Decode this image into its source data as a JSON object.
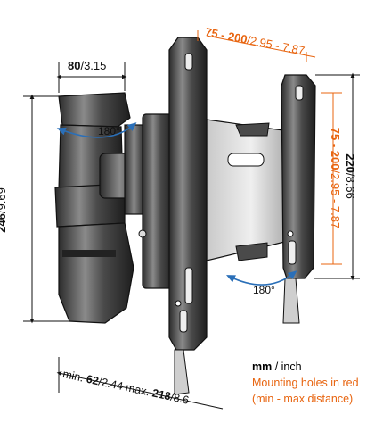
{
  "dimensions": {
    "top_width": {
      "bold": "80",
      "rest": "/3.15"
    },
    "left_height": {
      "bold": "246",
      "rest": "/9.69"
    },
    "right_height": {
      "bold": "220",
      "rest": "/8.66"
    },
    "holes_horizontal": {
      "bold": "75 - 200",
      "rest": "/2.95 - 7.87"
    },
    "holes_vertical": {
      "bold": "75 - 200",
      "rest": "/2.95 - 7.87"
    },
    "depth": {
      "min_label": "min. ",
      "min_bold": "62",
      "min_rest": "/2.44 max. ",
      "max_bold": "218",
      "max_rest": "/8.6"
    }
  },
  "rotation": {
    "left": "180°",
    "right": "180°"
  },
  "legend": {
    "units_bold": "mm",
    "units_rest": " / inch",
    "line2": "Mounting holes in red",
    "line3": "(min - max distance)"
  },
  "colors": {
    "accent": "#e8640f",
    "line": "#111111",
    "arrow": "#2a6fb8"
  }
}
